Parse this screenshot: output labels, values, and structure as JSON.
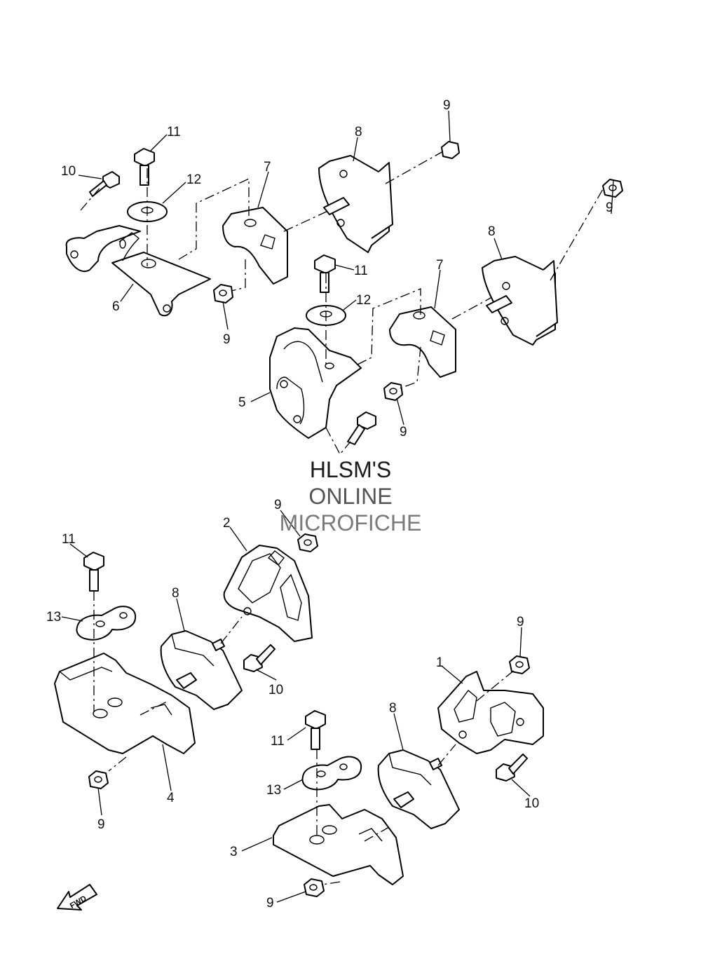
{
  "watermark": {
    "line1": "HLSM'S",
    "line2": "ONLINE",
    "line3": "MICROFICHE"
  },
  "direction_arrow": "FWD",
  "callouts": {
    "a9": "9",
    "a11": "11",
    "a10": "10",
    "a12": "12",
    "a8": "8",
    "a7": "7",
    "a6": "6",
    "a9b": "9",
    "b9": "9",
    "b8": "8",
    "b11": "11",
    "b7": "7",
    "b12": "12",
    "b5": "5",
    "b9b": "9",
    "c9": "9",
    "c2": "2",
    "c11": "11",
    "c8": "8",
    "c13": "13",
    "c10": "10",
    "c4": "4",
    "c9b": "9",
    "d9": "9",
    "d1": "1",
    "d8": "8",
    "d11": "11",
    "d13": "13",
    "d10": "10",
    "d3": "3",
    "d9b": "9"
  },
  "colors": {
    "line": "#000000",
    "background": "#ffffff"
  }
}
